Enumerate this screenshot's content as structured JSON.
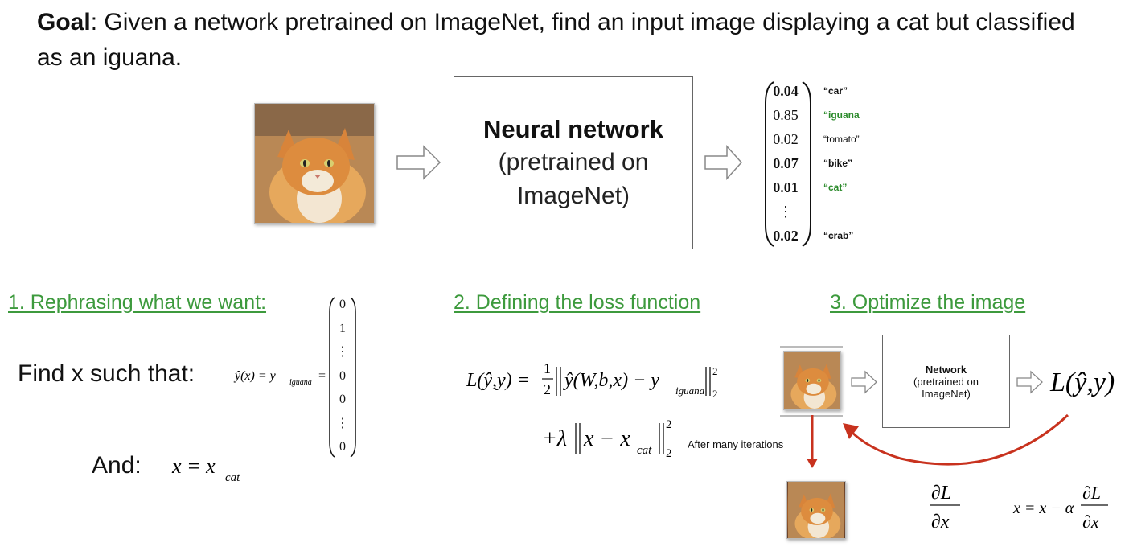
{
  "goal": {
    "bold": "Goal",
    "rest": ": Given a network pretrained on ImageNet, find an input image displaying a cat but classified as an iguana."
  },
  "top_network": {
    "title": "Neural network",
    "sub1": "(pretrained on",
    "sub2": "ImageNet)"
  },
  "output_vector": {
    "values": [
      "0.04",
      "0.85",
      "0.02",
      "0.07",
      "0.01",
      "⋮",
      "0.02"
    ],
    "labels": [
      "“car”",
      "“iguana",
      "“tomato”",
      "“bike”",
      "“cat”",
      "",
      "“crab”"
    ]
  },
  "steps": {
    "step1": "1. Rephrasing what we want:",
    "step2": "2. Defining the loss function",
    "step3": "3. Optimize the image"
  },
  "rephrase": {
    "find_text": "Find x such that:",
    "and_text": "And:",
    "target_vector": [
      "0",
      "1",
      "⋮",
      "0",
      "0",
      "⋮",
      "0"
    ]
  },
  "loss": {
    "after_iterations": "After many iterations"
  },
  "optimize_network": {
    "title": "Network",
    "sub1": "(pretrained on",
    "sub2": "ImageNet)"
  },
  "colors": {
    "green": "#3d9a3d",
    "arrow_red": "#c8321e"
  }
}
